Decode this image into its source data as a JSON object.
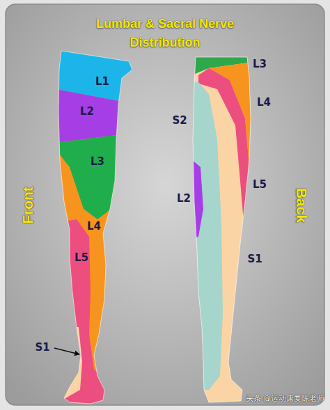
{
  "diagram": {
    "title": "Lumbar & Sacral Nerve Distribution",
    "labels": [
      "Front",
      "Back",
      "L1",
      "L2",
      "L3",
      "L4",
      "L5",
      "S1",
      "L3",
      "L4",
      "S2",
      "L2",
      "L5",
      "S1",
      "头条 @运动康复陈老师"
    ]
  }
}
